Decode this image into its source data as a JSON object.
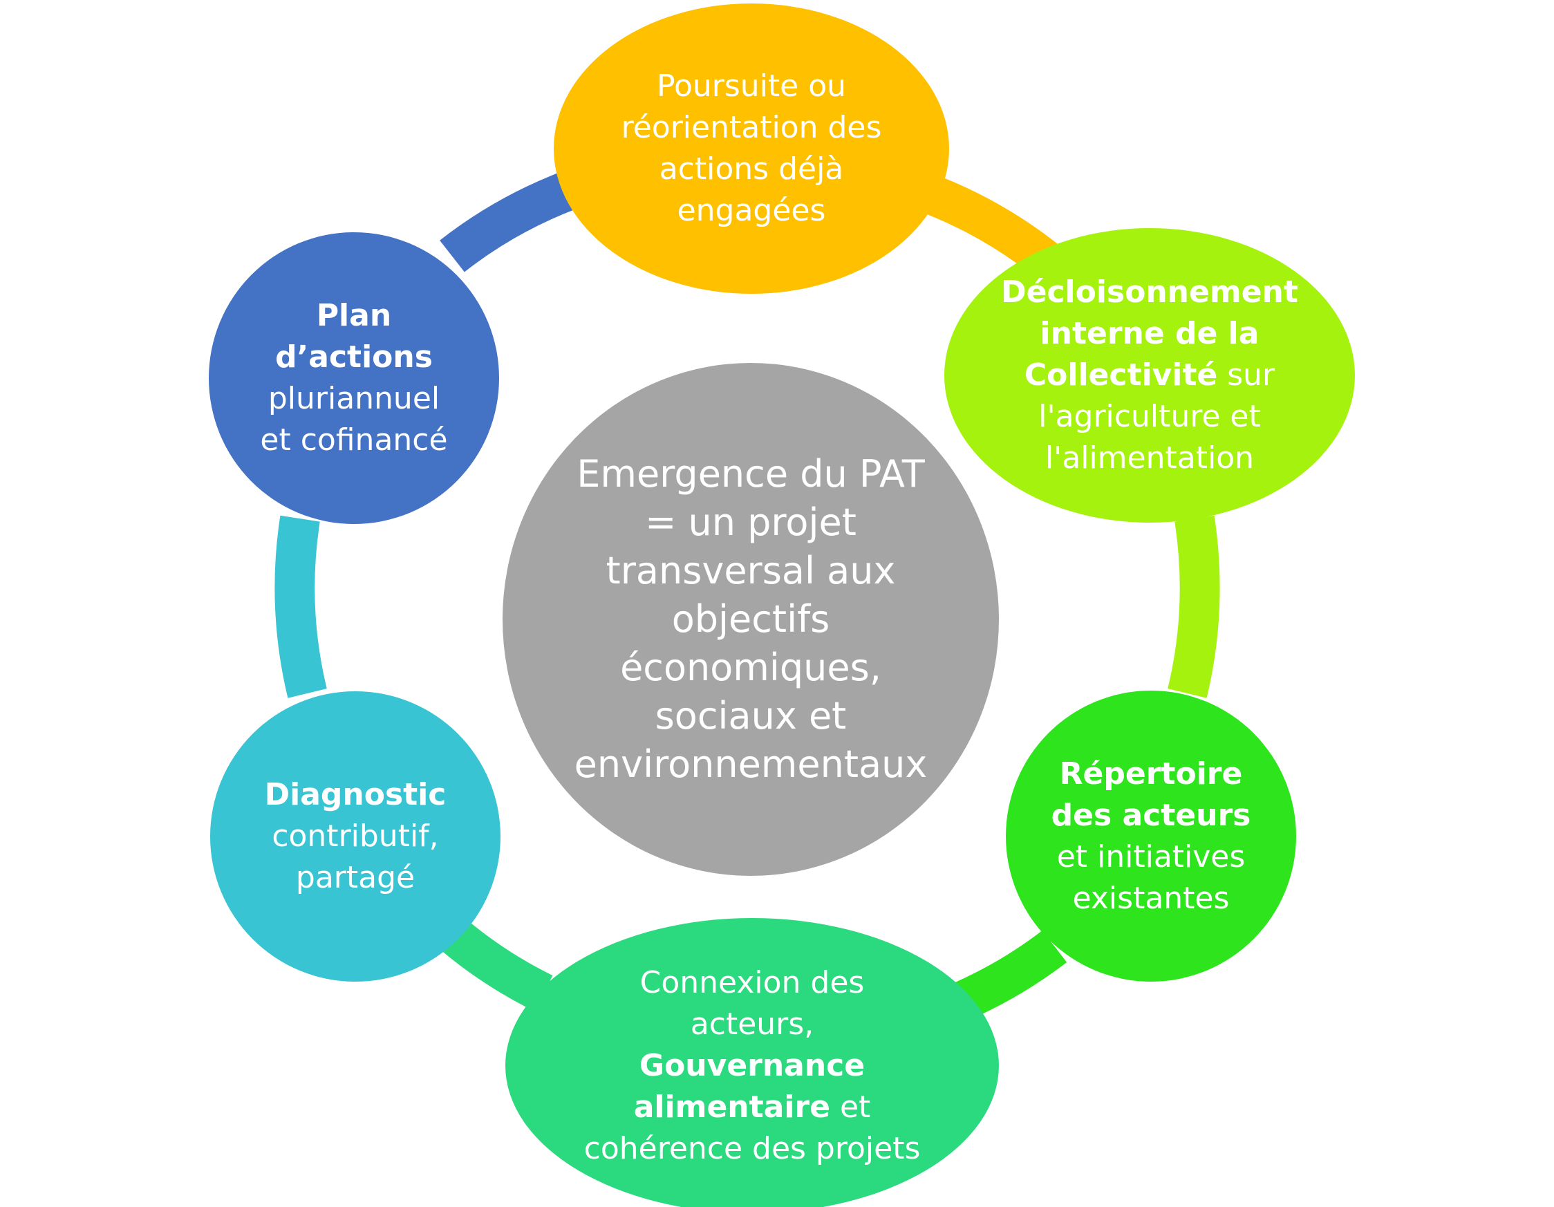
{
  "colors": {
    "background": "#ffffff",
    "center": "#a5a5a5",
    "top": "#ffc000",
    "upper_right": "#a4f20e",
    "lower_right": "#2ee51d",
    "bottom": "#2bd97f",
    "lower_left": "#38c4d2",
    "upper_left": "#4472c4",
    "text": "#ffffff"
  },
  "center": {
    "lines": [
      "Emergence du PAT",
      "= un projet",
      "transversal aux",
      "objectifs",
      "économiques,",
      "sociaux et",
      "environnementaux"
    ]
  },
  "nodes": [
    {
      "id": "top",
      "lines": [
        [
          {
            "t": "Poursuite ou",
            "b": false
          }
        ],
        [
          {
            "t": "réorientation des",
            "b": false
          }
        ],
        [
          {
            "t": "actions déjà",
            "b": false
          }
        ],
        [
          {
            "t": "engagées",
            "b": false
          }
        ]
      ]
    },
    {
      "id": "upper-right",
      "lines": [
        [
          {
            "t": "Décloisonnement",
            "b": true
          }
        ],
        [
          {
            "t": "interne de la",
            "b": true
          }
        ],
        [
          {
            "t": "Collectivité",
            "b": true
          },
          {
            "t": " sur",
            "b": false
          }
        ],
        [
          {
            "t": "l'agriculture et",
            "b": false
          }
        ],
        [
          {
            "t": "l'alimentation",
            "b": false
          }
        ]
      ]
    },
    {
      "id": "lower-right",
      "lines": [
        [
          {
            "t": "Répertoire",
            "b": true
          }
        ],
        [
          {
            "t": "des acteurs",
            "b": true
          }
        ],
        [
          {
            "t": "et initiatives",
            "b": false
          }
        ],
        [
          {
            "t": "existantes",
            "b": false
          }
        ]
      ]
    },
    {
      "id": "bottom",
      "lines": [
        [
          {
            "t": "Connexion des",
            "b": false
          }
        ],
        [
          {
            "t": "acteurs,",
            "b": false
          }
        ],
        [
          {
            "t": "Gouvernance",
            "b": true
          }
        ],
        [
          {
            "t": "alimentaire",
            "b": true
          },
          {
            "t": " et",
            "b": false
          }
        ],
        [
          {
            "t": "cohérence des projets",
            "b": false
          }
        ]
      ]
    },
    {
      "id": "lower-left",
      "lines": [
        [
          {
            "t": "Diagnostic",
            "b": true
          }
        ],
        [
          {
            "t": "contributif,",
            "b": false
          }
        ],
        [
          {
            "t": "partagé",
            "b": false
          }
        ]
      ]
    },
    {
      "id": "upper-left",
      "lines": [
        [
          {
            "t": "Plan",
            "b": true
          }
        ],
        [
          {
            "t": "d’actions",
            "b": true
          }
        ],
        [
          {
            "t": "pluriannuel",
            "b": false
          }
        ],
        [
          {
            "t": "et cofinancé",
            "b": false
          }
        ]
      ]
    }
  ]
}
